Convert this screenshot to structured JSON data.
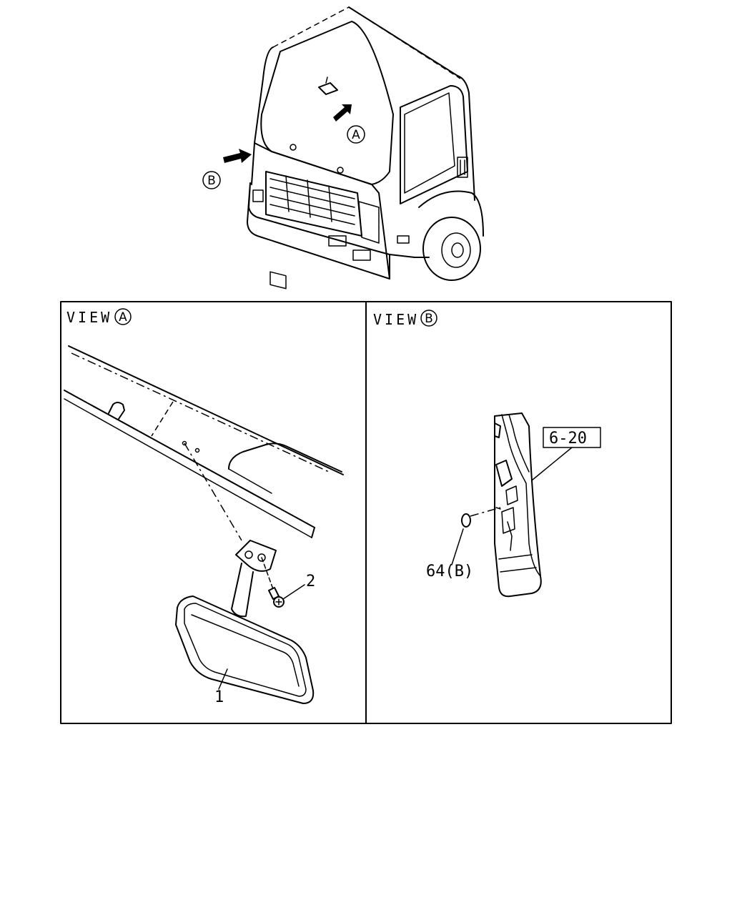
{
  "overview": {
    "callout_a": "A",
    "callout_b": "B"
  },
  "view_a": {
    "title": "VIEW",
    "letter": "A",
    "part_1": "1",
    "part_2": "2"
  },
  "view_b": {
    "title": "VIEW",
    "letter": "B",
    "ref_box": "6-20",
    "part_64": "64(B)"
  }
}
